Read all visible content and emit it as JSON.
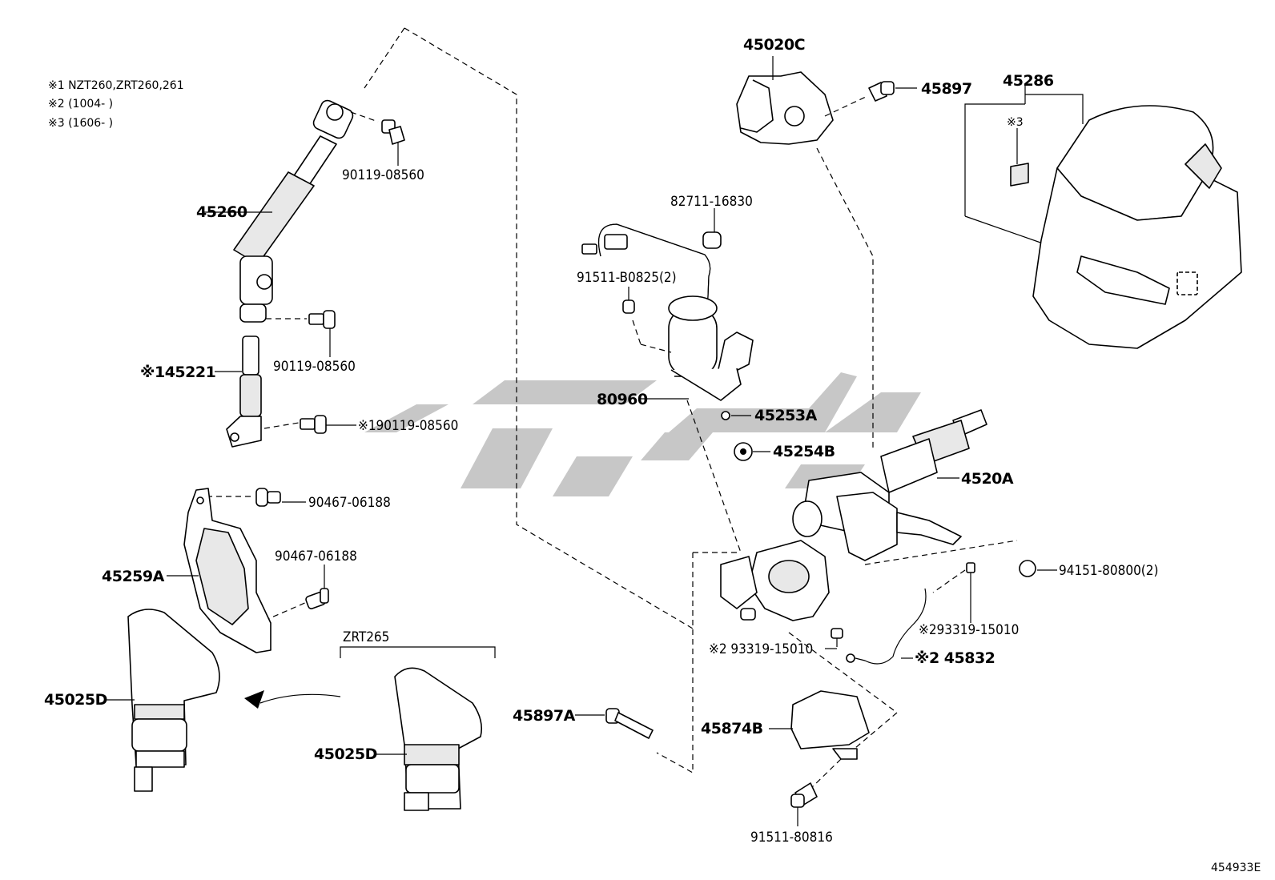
{
  "notes": [
    "※1 NZT260,ZRT260,261",
    "※2 (1004-     )",
    "※3 (1606-     )"
  ],
  "diagram_id": "454933E",
  "variant_label": "ZRT265",
  "labels": {
    "p45260": "45260",
    "p90119_a": "90119-08560",
    "p90119_b": "90119-08560",
    "p45221": "※145221",
    "p90119_c": "※190119-08560",
    "p90467_a": "90467-06188",
    "p90467_b": "90467-06188",
    "p45259A": "45259A",
    "p45025D_a": "45025D",
    "p45025D_b": "45025D",
    "p45020C": "45020C",
    "p45897": "45897",
    "p45286": "45286",
    "note3": "※3",
    "p82711": "82711-16830",
    "p91511_b": "91511-B0825(2)",
    "p80960": "80960",
    "p45253A": "45253A",
    "p45254B": "45254B",
    "p4520A": "4520A",
    "p94151": "94151-80800(2)",
    "p93319_a": "※293319-15010",
    "p93319_b": "※2 93319-15010",
    "p45832": "※2 45832",
    "p45897A": "45897A",
    "p45874B": "45874B",
    "p91511_c": "91511-80816"
  }
}
